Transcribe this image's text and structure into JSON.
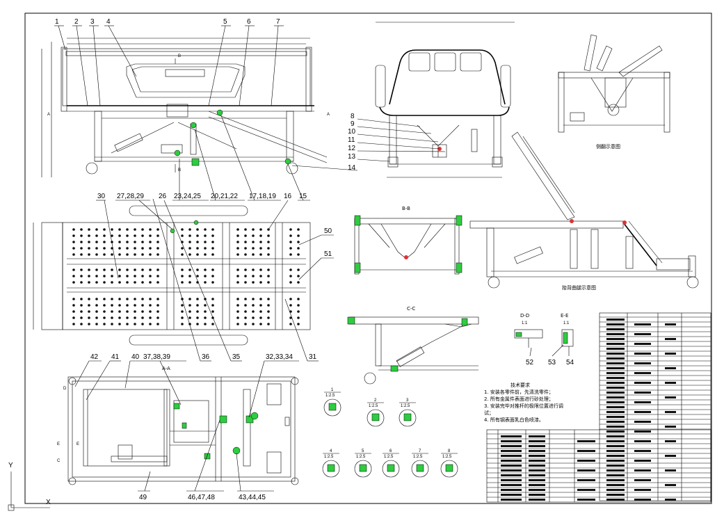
{
  "callouts_top": [
    "1",
    "2",
    "3",
    "4",
    "5",
    "6",
    "7"
  ],
  "callouts_right_front": [
    "8",
    "9",
    "10",
    "11",
    "12",
    "13",
    "14"
  ],
  "callouts_mid_top": [
    "30",
    "27,28,29",
    "26",
    "23,24,25",
    "20,21,22",
    "17,18,19",
    "15",
    "16"
  ],
  "callouts_mid_right": [
    "50",
    "51"
  ],
  "callouts_mid_bottom": [
    "36",
    "35",
    "31"
  ],
  "callouts_bottom_top": [
    "42",
    "41",
    "40",
    "37,38,39",
    "32,33,34"
  ],
  "callouts_bottom_bottom": [
    "49",
    "46,47,48",
    "43,44,45"
  ],
  "callouts_details": [
    "52",
    "53",
    "54"
  ],
  "section_marks": {
    "B": "B",
    "A": "A",
    "bb": "B-B",
    "cc": "C-C",
    "aa": "A-A",
    "dd": "D-D",
    "ee": "E-E",
    "c": "C",
    "d": "D",
    "e": "E"
  },
  "detail_scales": [
    {
      "n": "1",
      "s": "1:2.5"
    },
    {
      "n": "2",
      "s": "1:2.5"
    },
    {
      "n": "3",
      "s": "1:2.5"
    },
    {
      "n": "4",
      "s": "1:2.5"
    },
    {
      "n": "5",
      "s": "1:2.5"
    },
    {
      "n": "6",
      "s": "1:2.5"
    },
    {
      "n": "7",
      "s": "1:2.5"
    },
    {
      "n": "8",
      "s": "1:2.5"
    }
  ],
  "dd_scale": "1:1",
  "ee_scale": "1:1",
  "notes": {
    "title": "技术要求",
    "lines": [
      "1. 安装各零件前，先清洗零件；",
      "2. 所有金属件表面进行砂处理；",
      "3. 安装完毕对推杆的极限位置进行调",
      "试；",
      "4. 所有钢表面乳白色喷漆。"
    ]
  },
  "captions": {
    "side_turn": "侧翻示意图",
    "back_leg": "抬背曲腿示意图"
  },
  "axis": {
    "y": "Y",
    "x": "X"
  }
}
